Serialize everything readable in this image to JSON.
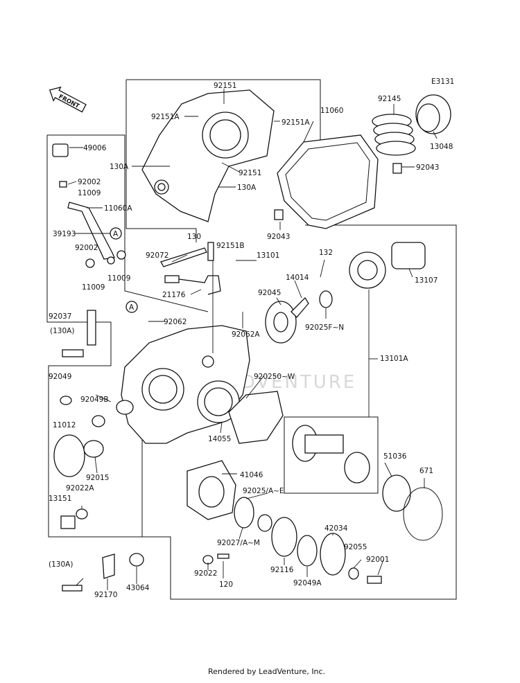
{
  "diagram_code": "E3131",
  "front_label": "FRONT",
  "watermark": "LEADVENTURE",
  "footer": "Rendered by LeadVenture, Inc.",
  "callouts": {
    "a_mark": "A",
    "p92151_top": "92151",
    "p92151A_l": "92151A",
    "p92151A_r": "92151A",
    "p130A_l": "130A",
    "p92151_mid": "92151",
    "p130A_r": "130A",
    "p130": "130",
    "p92151B": "92151B",
    "p49006": "49006",
    "p92002a": "92002",
    "p11009a": "11009",
    "p11060A": "11060A",
    "p39193": "39193",
    "p92002b": "92002",
    "p11009b": "11009",
    "p11009c": "11009",
    "p11060": "11060",
    "p92145": "92145",
    "p13048": "13048",
    "p92043a": "92043",
    "p92043b": "92043",
    "p92072": "92072",
    "p13101": "13101",
    "p132": "132",
    "p13107": "13107",
    "p21176": "21176",
    "p92045": "92045",
    "p14014": "14014",
    "p92025FN": "92025F~N",
    "p92062": "92062",
    "p92062A": "92062A",
    "p92037": "92037",
    "p130Aa": "(130A)",
    "p13101A": "13101A",
    "p92049": "92049",
    "p92049B": "92049B",
    "p920250W": "920250~W",
    "p11012": "11012",
    "p14055": "14055",
    "p92015": "92015",
    "p51036": "51036",
    "p671": "671",
    "p92022A": "92022A",
    "p13151": "13151",
    "p41046": "41046",
    "p92025AE": "92025/A~E",
    "p42034": "42034",
    "p92027AM": "92027/A~M",
    "p92055": "92055",
    "p92001": "92001",
    "p130Ab": "(130A)",
    "p92022": "92022",
    "p120": "120",
    "p92116": "92116",
    "p92049A": "92049A",
    "p92170": "92170",
    "p43064": "43064"
  }
}
